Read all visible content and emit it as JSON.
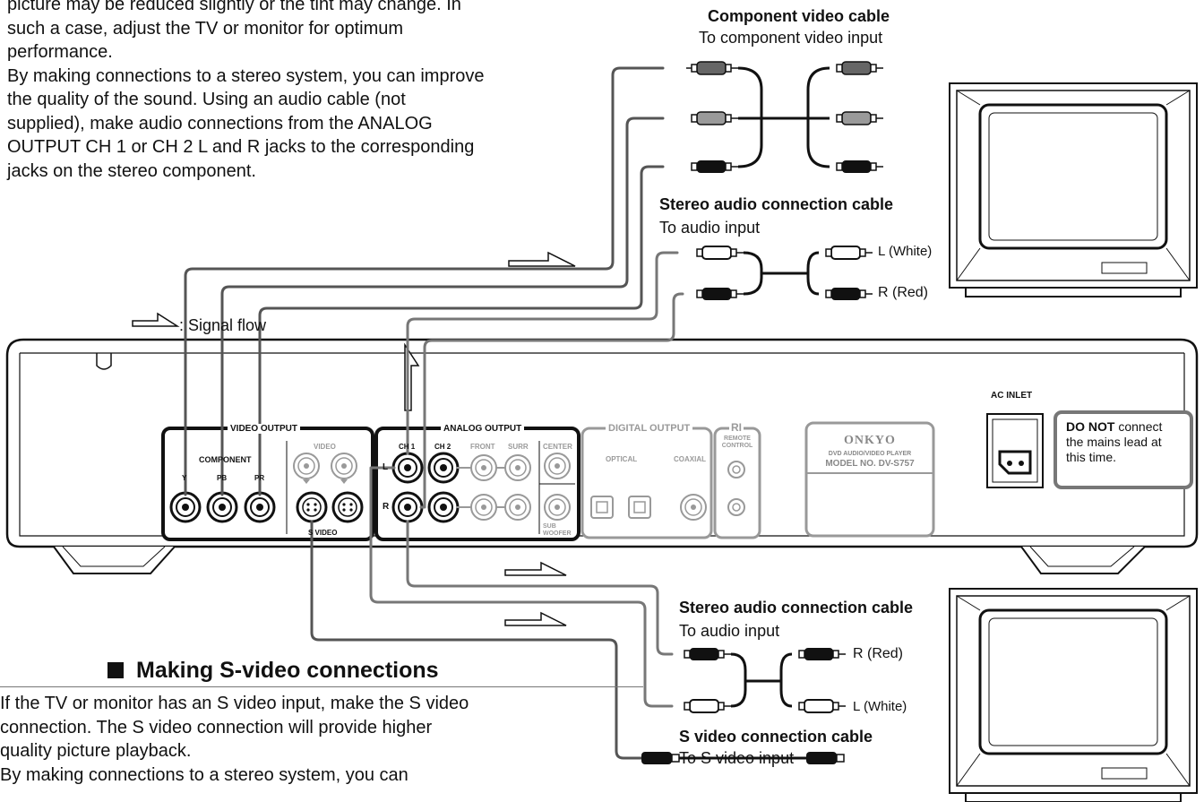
{
  "intro": {
    "lines": [
      "picture may be reduced slightly or the tint may change. In",
      "such a case, adjust the TV or monitor for optimum",
      "performance.",
      "By making connections to a stereo system, you can improve",
      "the quality of the sound. Using an audio cable (not",
      "supplied), make audio connections from the ANALOG",
      "OUTPUT CH 1 or CH 2 L and R jacks to the corresponding",
      "jacks on the stereo component."
    ]
  },
  "signal_flow_legend": ": Signal flow",
  "upper_cables": {
    "component_title": "Component video cable",
    "component_sub": "To component video input",
    "audio_title": "Stereo audio connection cable",
    "audio_sub": "To audio input",
    "white_label": "L (White)",
    "red_label": "R (Red)"
  },
  "lower_cables": {
    "audio_title": "Stereo audio connection cable",
    "audio_sub": "To audio input",
    "red_label": "R (Red)",
    "white_label": "L (White)",
    "svideo_title": "S video connection cable",
    "svideo_sub": "To S video input"
  },
  "rear_panel": {
    "video_output": "VIDEO OUTPUT",
    "component": "COMPONENT",
    "y": "Y",
    "pb": "PB",
    "pr": "PR",
    "video": "VIDEO",
    "s_video": "S VIDEO",
    "analog_output": "ANALOG OUTPUT",
    "ch1": "CH 1",
    "ch2": "CH 2",
    "front": "FRONT",
    "surr": "SURR",
    "center": "CENTER",
    "subwoofer": "SUB WOOFER",
    "l": "L",
    "r": "R",
    "digital_output": "DIGITAL OUTPUT",
    "optical": "OPTICAL",
    "coaxial": "COAXIAL",
    "ri": "RI",
    "remote_control": "REMOTE CONTROL",
    "brand": "ONKYO",
    "product": "DVD AUDIO/VIDEO PLAYER",
    "model": "MODEL NO. DV-S757",
    "ac_inlet": "AC INLET"
  },
  "warning": {
    "bold": "DO NOT",
    "rest": " connect the mains lead at this time."
  },
  "section": {
    "heading": "Making S-video connections",
    "lines": [
      "If the TV or monitor has an S video input, make the S video",
      "connection. The S video connection will provide higher",
      "quality picture playback.",
      "By making connections to a stereo system, you can"
    ]
  },
  "colors": {
    "ink": "#111111",
    "grey_line": "#777777",
    "light_grey": "#9a9a9a",
    "plug_dark": "#111111",
    "plug_mid": "#9a9a9a",
    "plug_white": "#ffffff"
  }
}
